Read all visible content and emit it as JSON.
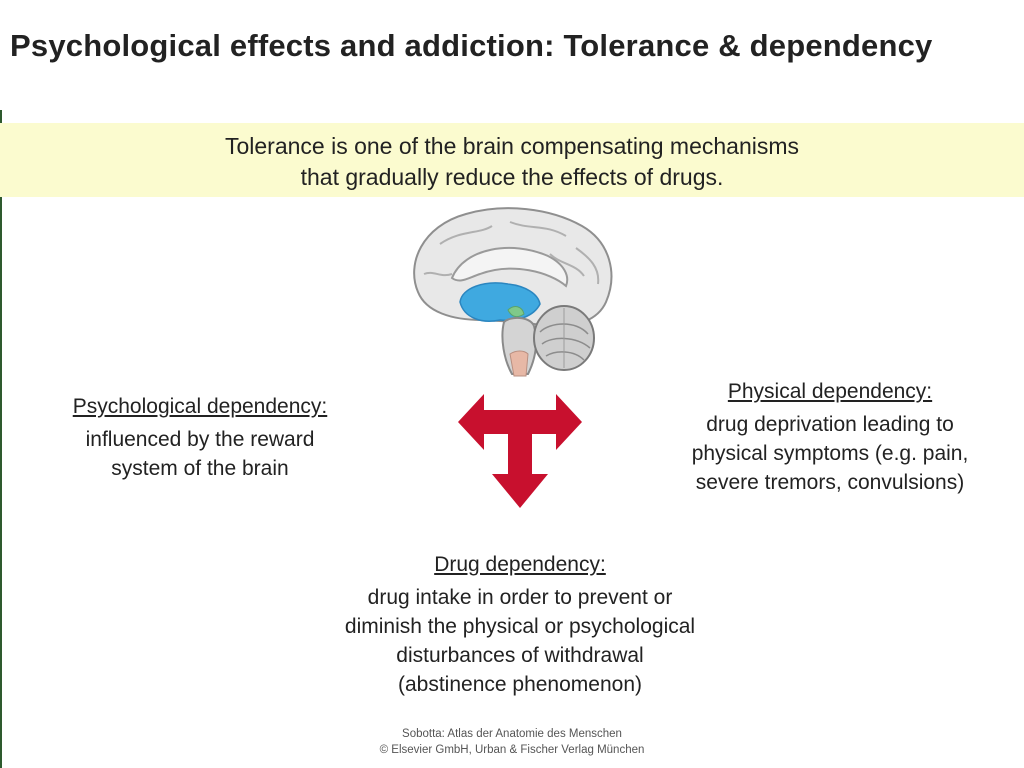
{
  "title": "Psychological effects and addiction: Tolerance & dependency",
  "intro": {
    "line1": "Tolerance is one of the brain compensating mechanisms",
    "line2": "that gradually reduce the effects of drugs."
  },
  "psychological": {
    "heading": "Psychological dependency:",
    "line1": "influenced by the reward",
    "line2": "system of the brain"
  },
  "physical": {
    "heading": "Physical dependency:",
    "line1": "drug deprivation leading to",
    "line2": "physical symptoms (e.g. pain,",
    "line3": "severe tremors, convulsions)"
  },
  "drug": {
    "heading": "Drug dependency:",
    "line1": "drug intake in order to prevent or",
    "line2": "diminish the physical or psychological",
    "line3": "disturbances of withdrawal",
    "line4": "(abstinence phenomenon)"
  },
  "credit": {
    "line1": "Sobotta: Atlas der Anatomie des Menschen",
    "line2": "© Elsevier GmbH, Urban & Fischer Verlag München"
  },
  "colors": {
    "band": "#fbfbcf",
    "arrow": "#c8102e",
    "brain_highlight": "#3fa9e0"
  },
  "icons": {
    "brain": "brain-illustration",
    "arrow": "three-way-arrow-icon"
  }
}
